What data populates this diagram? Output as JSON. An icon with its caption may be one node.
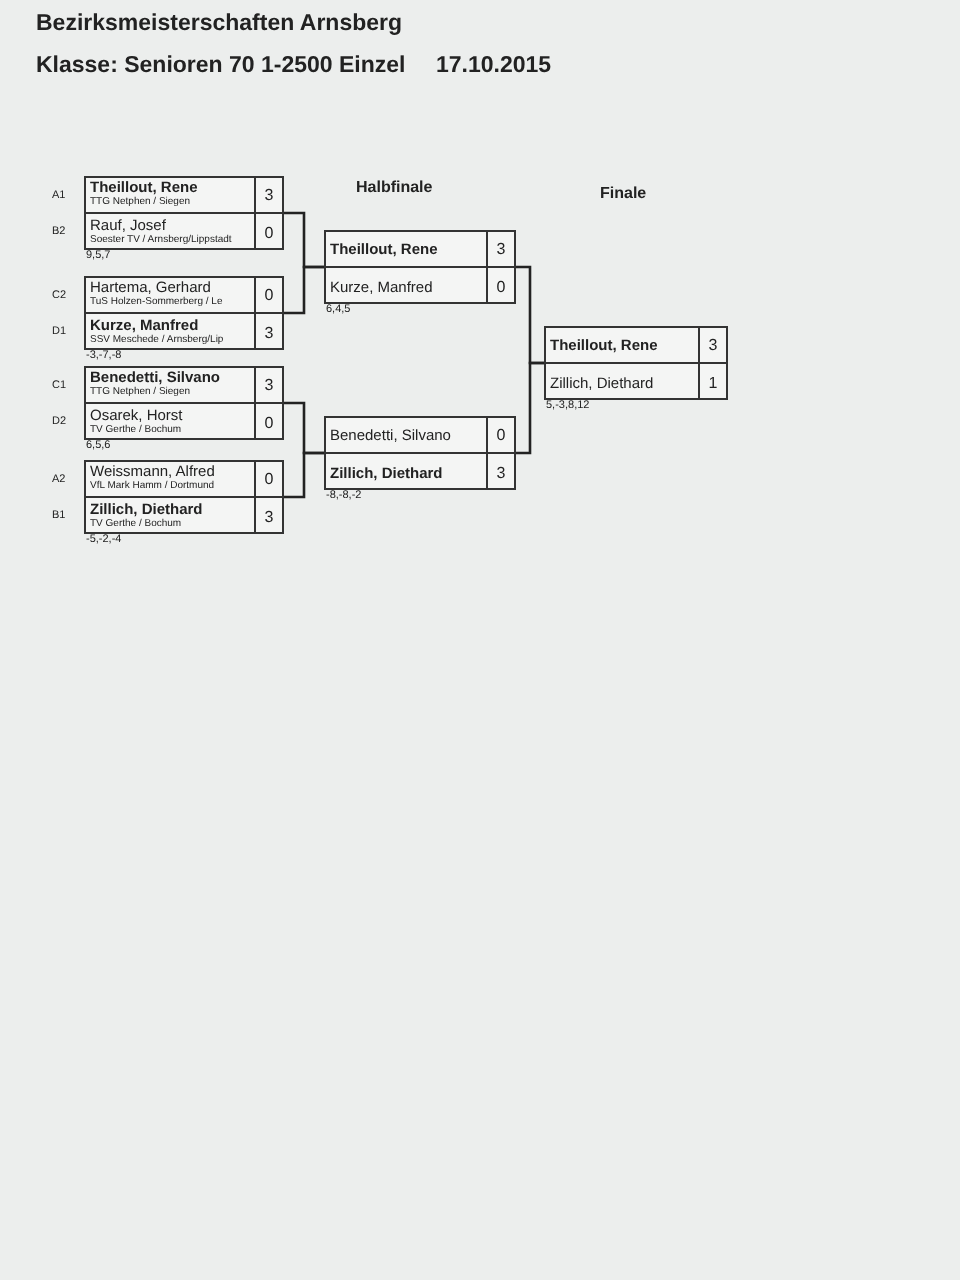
{
  "diagram": {
    "title": "Bezirksmeisterschaften Arnsberg",
    "nodes": [
      {
        "text": [],
        "shape": "box",
        "beside": [
          "9,5,7"
        ]
      },
      {
        "text": [
          "**Theillout, Rene**",
          "TTG Netphen / Siegen",
          "3"
        ],
        "in": 0,
        "beside": [
          "A1"
        ]
      },
      {
        "text": [
          "Rauf, Josef",
          "Soester TV / Arnsberg/Lippstadt",
          "0"
        ],
        "in": 0,
        "beside": [
          "B2"
        ]
      },
      {
        "text": [],
        "shape": "box",
        "beside": [
          "-3,-7,-8"
        ]
      },
      {
        "text": [
          "Hartema, Gerhard",
          "TuS Holzen-Sommerberg / Le",
          "0"
        ],
        "in": 3,
        "beside": [
          "C2"
        ]
      },
      {
        "text": [
          "**Kurze, Manfred**",
          "SSV Meschede / Arnsberg/Lip",
          "3"
        ],
        "in": 3,
        "beside": [
          "D1"
        ]
      },
      {
        "text": [],
        "shape": "box",
        "beside": [
          "6,5,6"
        ]
      },
      {
        "text": [
          "**Benedetti, Silvano**",
          "TTG Netphen / Siegen",
          "3"
        ],
        "in": 6,
        "beside": [
          "C1"
        ]
      },
      {
        "text": [
          "Osarek, Horst",
          "TV Gerthe / Bochum",
          "0"
        ],
        "in": 6,
        "beside": [
          "D2"
        ]
      },
      {
        "text": [],
        "shape": "box",
        "beside": [
          "-5,-2,-4"
        ]
      },
      {
        "text": [
          "Weissmann, Alfred",
          "VfL Mark Hamm / Dortmund",
          "0"
        ],
        "in": 9,
        "beside": [
          "A2"
        ]
      },
      {
        "text": [
          "**Zillich, Diethard**",
          "TV Gerthe / Bochum",
          "3"
        ],
        "in": 9,
        "beside": [
          "B1"
        ]
      },
      {
        "text": [],
        "shape": "box",
        "beside": [
          "6,4,5"
        ]
      },
      {
        "text": [
          "**Theillout, Rene**",
          "3"
        ],
        "in": 12
      },
      {
        "text": [
          "Kurze, Manfred",
          "0"
        ],
        "in": 12
      },
      {
        "text": [],
        "shape": "box",
        "beside": [
          "-8,-8,-2"
        ]
      },
      {
        "text": [
          "Benedetti, Silvano",
          "0"
        ],
        "in": 15
      },
      {
        "text": [
          "**Zillich, Diethard**",
          "3"
        ],
        "in": 15
      },
      {
        "text": [],
        "shape": "box",
        "beside": [
          "5,-3,8,12"
        ]
      },
      {
        "text": [
          "**Theillout, Rene**",
          "3"
        ],
        "in": 18
      },
      {
        "text": [
          "Zillich, Diethard",
          "1"
        ],
        "in": 18
      }
    ],
    "edges": [
      {
        "from": 0,
        "to": 12,
        "arrow": "none"
      },
      {
        "from": 3,
        "to": 12,
        "arrow": "none"
      },
      {
        "from": 6,
        "to": 15,
        "arrow": "none"
      },
      {
        "from": 9,
        "to": 15,
        "arrow": "none"
      },
      {
        "from": 12,
        "to": 18,
        "arrow": "none"
      },
      {
        "from": 15,
        "to": 18,
        "arrow": "none"
      }
    ],
    "labels": [
      "Klasse: Senioren 70 1-2500 Einzel",
      "17.10.2015",
      "Halbfinale",
      "Finale"
    ]
  }
}
